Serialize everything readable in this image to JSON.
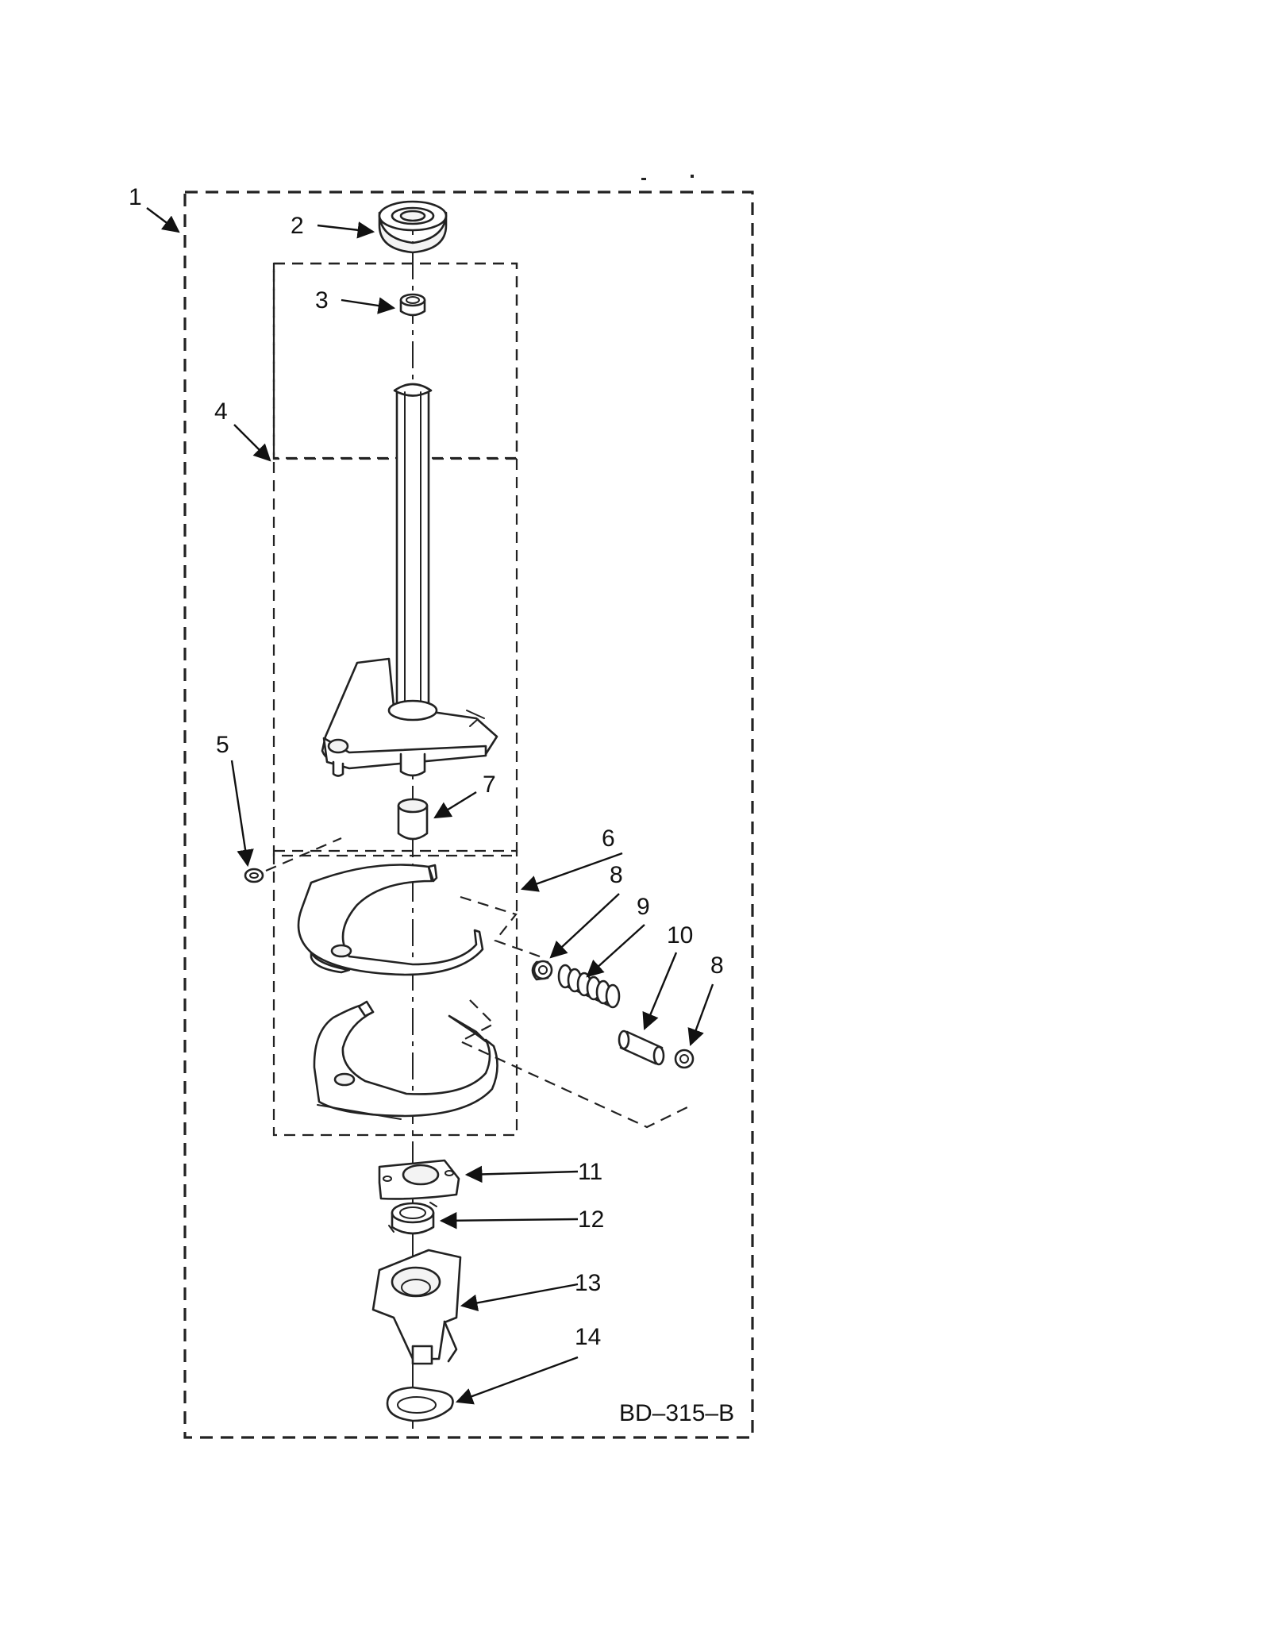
{
  "diagram_code": "BD–315–B",
  "callouts": [
    "1",
    "2",
    "3",
    "4",
    "5",
    "6",
    "7",
    "8",
    "9",
    "10",
    "8",
    "11",
    "12",
    "13",
    "14"
  ],
  "icons": {
    "part_2": "seal-icon",
    "part_3": "bearing-icon",
    "part_4": "shaft-bracket-icon",
    "part_5": "washer-icon",
    "part_6": "brake-shoe-icon",
    "part_7": "bushing-icon",
    "part_8": "washer-icon",
    "part_9": "spring-icon",
    "part_10": "cylinder-icon",
    "part_11": "pad-icon",
    "part_12": "ring-icon",
    "part_13": "cam-icon",
    "part_14": "snap-ring-icon"
  }
}
